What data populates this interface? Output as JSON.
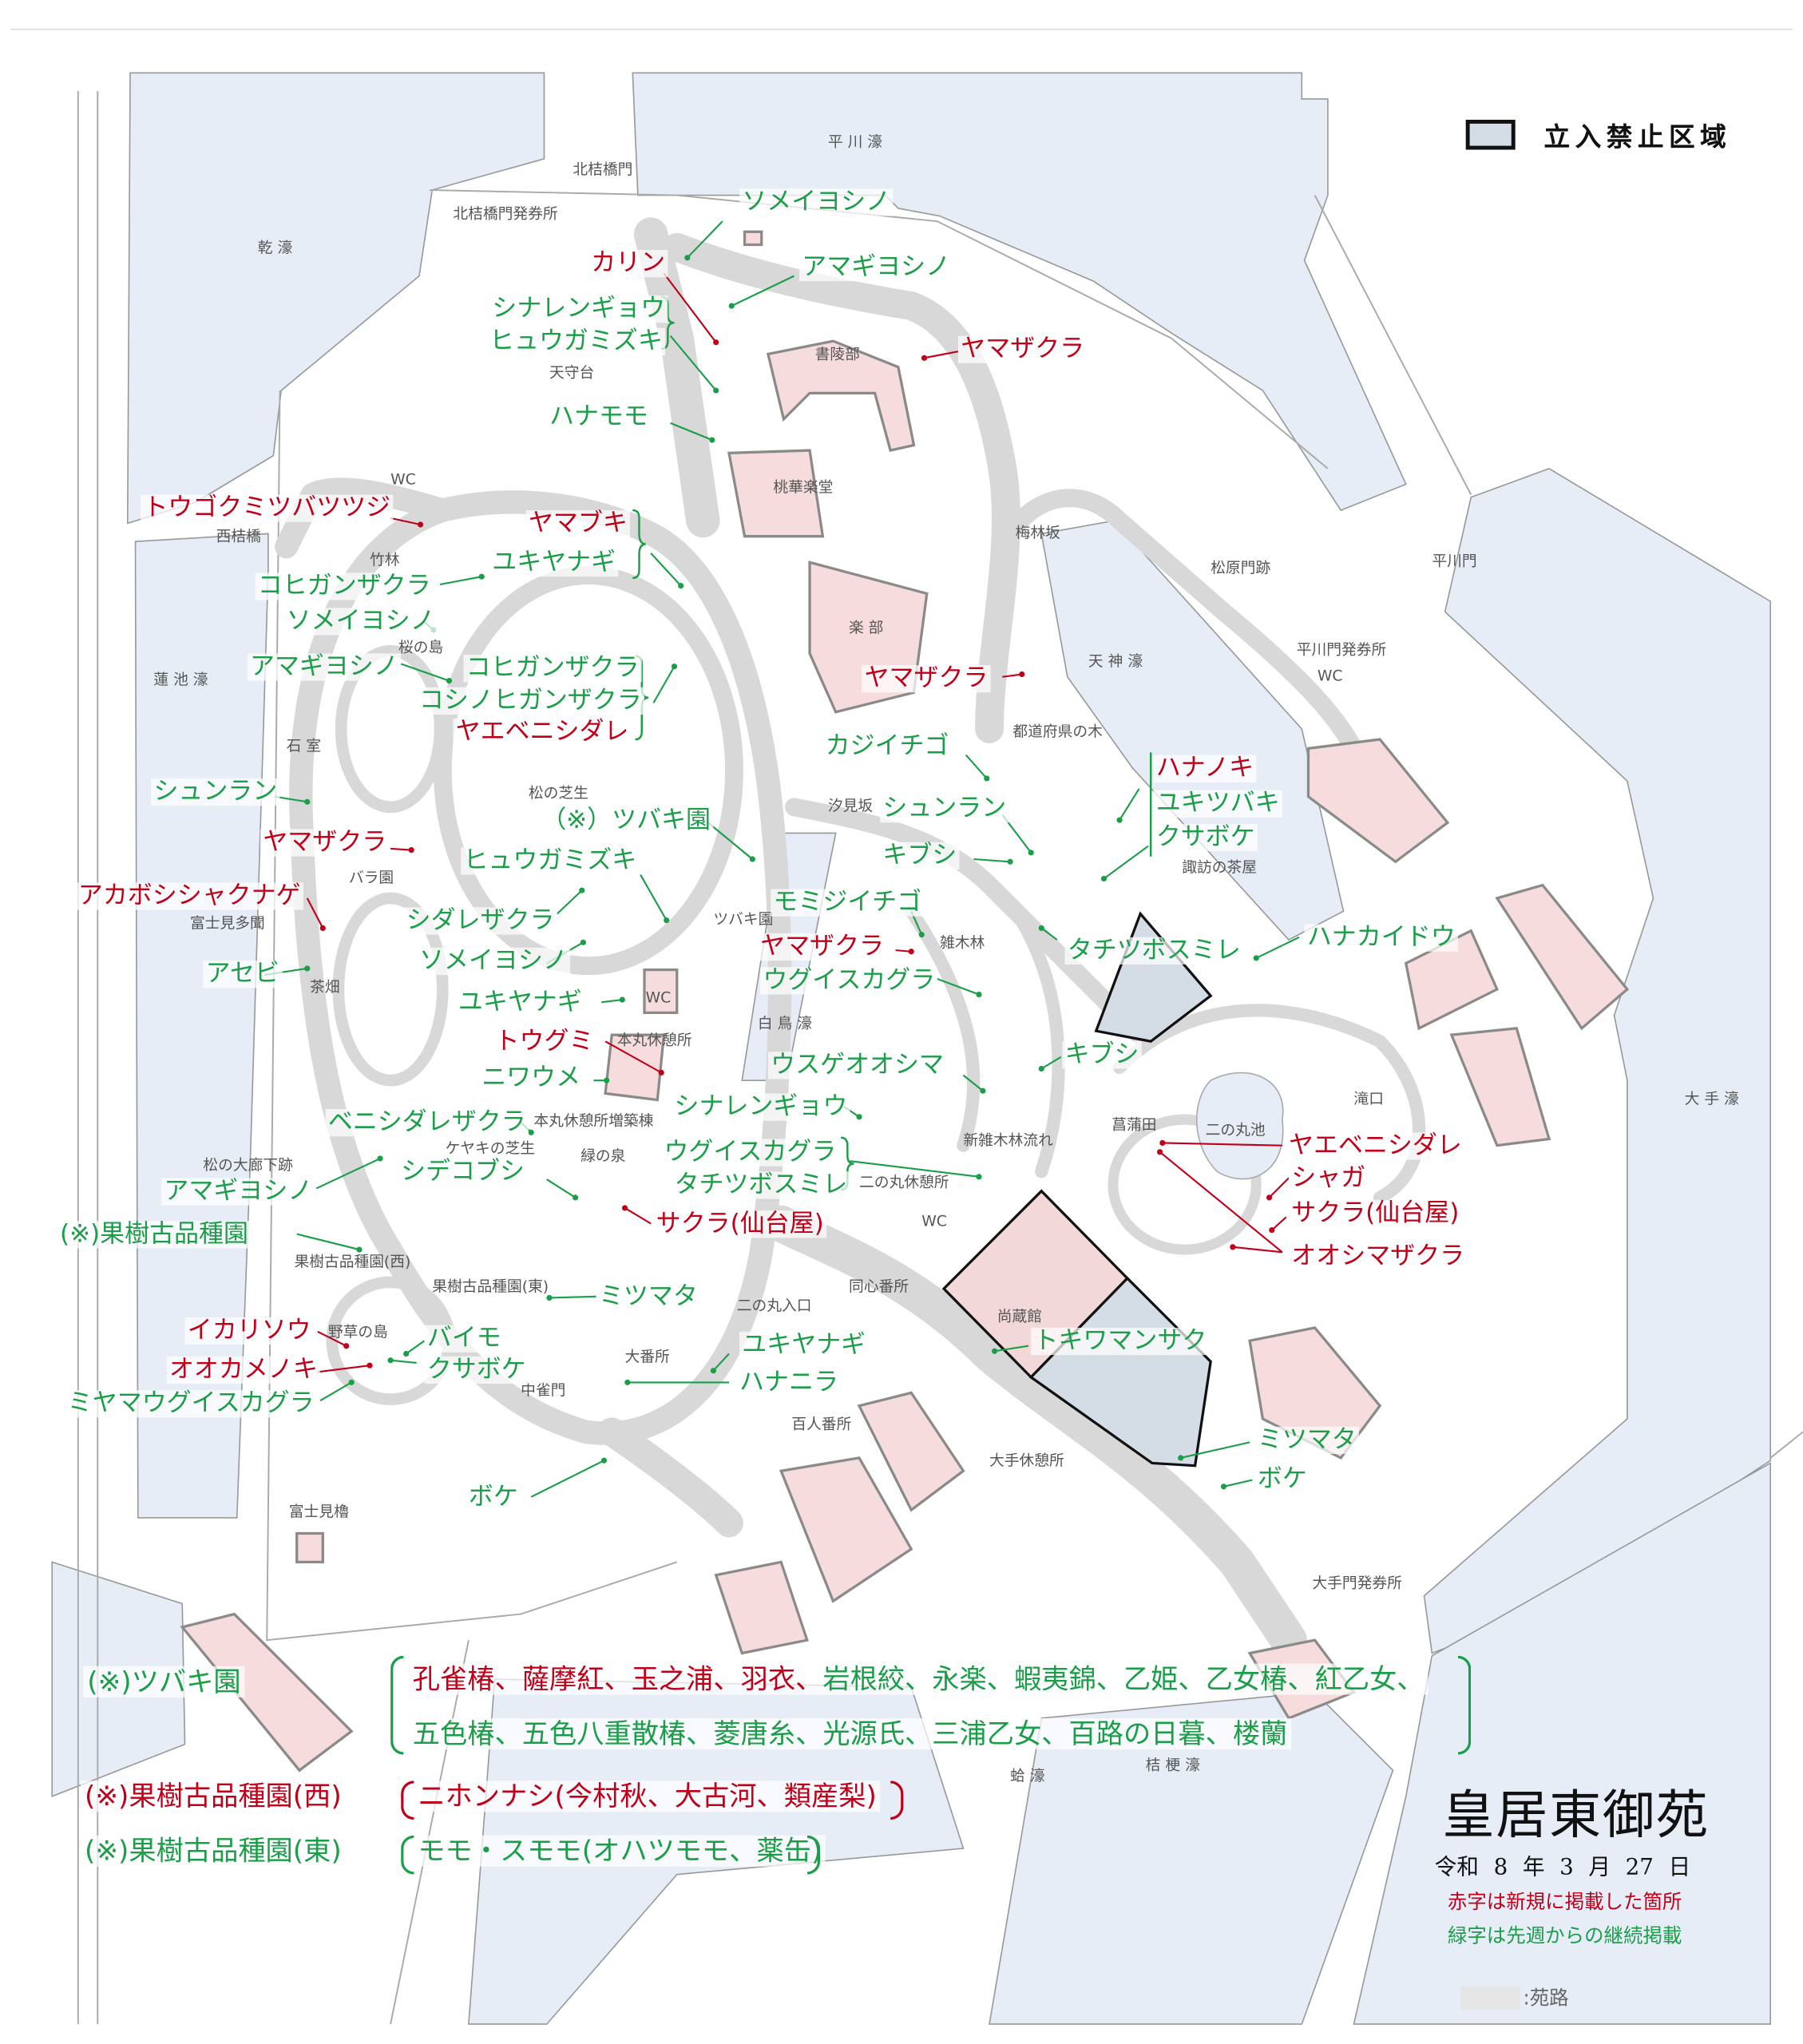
{
  "colors": {
    "new": "#c00018",
    "continuing": "#1a9e48",
    "moat": "#e6edf7",
    "path": "#d8d8d8",
    "building": "#f6dcdc",
    "restricted": "#d4dce6"
  },
  "legend": {
    "restricted_area": "立入禁止区域",
    "path_label": ":苑路"
  },
  "title": "皇居東御苑",
  "date": "令和 8 年 3 月 27 日",
  "notes": {
    "new": "赤字は新規に掲載した箇所",
    "continuing": "緑字は先週からの継続掲載"
  },
  "places": [
    "平 川 濠",
    "北桔橋門",
    "北桔橋門発券所",
    "乾 濠",
    "天守台",
    "書陵部",
    "桃華楽堂",
    "WC",
    "西桔橋",
    "竹林",
    "梅林坂",
    "松原門跡",
    "平川門",
    "楽 部",
    "桜の島",
    "平川門発券所",
    "WC",
    "天 神 濠",
    "蓮 池 濠",
    "石 室",
    "都道府県の木",
    "松の芝生",
    "汐見坂",
    "諏訪の茶屋",
    "バラ園",
    "富士見多聞",
    "ツバキ園",
    "雑木林",
    "茶畑",
    "WC",
    "白 鳥 濠",
    "本丸休憩所",
    "二の丸池",
    "菖蒲田",
    "滝口",
    "大 手 濠",
    "本丸休憩所増築棟",
    "ケヤキの芝生",
    "緑の泉",
    "新雑木林流れ",
    "二の丸休憩所",
    "松の大廊下跡",
    "WC",
    "果樹古品種園(西)",
    "果樹古品種園(東)",
    "同心番所",
    "二の丸入口",
    "尚蔵館",
    "野草の島",
    "大番所",
    "中雀門",
    "百人番所",
    "大手休憩所",
    "富士見櫓",
    "大手門発券所",
    "蛤 濠",
    "桔 梗 濠"
  ],
  "labels": [
    {
      "text": "ソメイヨシノ",
      "status": "continuing"
    },
    {
      "text": "カリン",
      "status": "new"
    },
    {
      "text": "アマギヨシノ",
      "status": "continuing"
    },
    {
      "text": "シナレンギョウ",
      "status": "continuing"
    },
    {
      "text": "ヒュウガミズキ",
      "status": "continuing"
    },
    {
      "text": "ヤマザクラ",
      "status": "new"
    },
    {
      "text": "ハナモモ",
      "status": "continuing"
    },
    {
      "text": "トウゴクミツバツツジ",
      "status": "new"
    },
    {
      "text": "ヤマブキ",
      "status": "new"
    },
    {
      "text": "ユキヤナギ",
      "status": "continuing"
    },
    {
      "text": "コヒガンザクラ",
      "status": "continuing"
    },
    {
      "text": "ソメイヨシノ",
      "status": "continuing"
    },
    {
      "text": "アマギヨシノ",
      "status": "continuing"
    },
    {
      "text": "コヒガンザクラ",
      "status": "continuing"
    },
    {
      "text": "コシノヒガンザクラ",
      "status": "continuing"
    },
    {
      "text": "ヤエベニシダレ",
      "status": "new"
    },
    {
      "text": "ヤマザクラ",
      "status": "new"
    },
    {
      "text": "カジイチゴ",
      "status": "continuing"
    },
    {
      "text": "ハナノキ",
      "status": "new"
    },
    {
      "text": "ユキツバキ",
      "status": "continuing"
    },
    {
      "text": "クサボケ",
      "status": "continuing"
    },
    {
      "text": "シュンラン",
      "status": "continuing"
    },
    {
      "text": "（※）ツバキ園",
      "status": "continuing"
    },
    {
      "text": "シュンラン",
      "status": "continuing"
    },
    {
      "text": "ヤマザクラ",
      "status": "new"
    },
    {
      "text": "ヒュウガミズキ",
      "status": "continuing"
    },
    {
      "text": "キブシ",
      "status": "continuing"
    },
    {
      "text": "アカボシシャクナゲ",
      "status": "new"
    },
    {
      "text": "モミジイチゴ",
      "status": "continuing"
    },
    {
      "text": "シダレザクラ",
      "status": "continuing"
    },
    {
      "text": "ヤマザクラ",
      "status": "new"
    },
    {
      "text": "タチツボスミレ",
      "status": "continuing"
    },
    {
      "text": "ハナカイドウ",
      "status": "continuing"
    },
    {
      "text": "ソメイヨシノ",
      "status": "continuing"
    },
    {
      "text": "アセビ",
      "status": "continuing"
    },
    {
      "text": "ウグイスカグラ",
      "status": "continuing"
    },
    {
      "text": "ユキヤナギ",
      "status": "continuing"
    },
    {
      "text": "トウグミ",
      "status": "new"
    },
    {
      "text": "キブシ",
      "status": "continuing"
    },
    {
      "text": "ウスゲオオシマ",
      "status": "continuing"
    },
    {
      "text": "ニワウメ",
      "status": "continuing"
    },
    {
      "text": "シナレンギョウ",
      "status": "continuing"
    },
    {
      "text": "ベニシダレザクラ",
      "status": "continuing"
    },
    {
      "text": "ヤエベニシダレ",
      "status": "new"
    },
    {
      "text": "ウグイスカグラ",
      "status": "continuing"
    },
    {
      "text": "シャガ",
      "status": "new"
    },
    {
      "text": "シデコブシ",
      "status": "continuing"
    },
    {
      "text": "タチツボスミレ",
      "status": "continuing"
    },
    {
      "text": "アマギヨシノ",
      "status": "continuing"
    },
    {
      "text": "サクラ(仙台屋)",
      "status": "new"
    },
    {
      "text": "(※)果樹古品種園",
      "status": "continuing"
    },
    {
      "text": "サクラ(仙台屋)",
      "status": "new"
    },
    {
      "text": "オオシマザクラ",
      "status": "new"
    },
    {
      "text": "ミツマタ",
      "status": "continuing"
    },
    {
      "text": "イカリソウ",
      "status": "new"
    },
    {
      "text": "バイモ",
      "status": "continuing"
    },
    {
      "text": "ユキヤナギ",
      "status": "continuing"
    },
    {
      "text": "トキワマンサク",
      "status": "continuing"
    },
    {
      "text": "オオカメノキ",
      "status": "new"
    },
    {
      "text": "クサボケ",
      "status": "continuing"
    },
    {
      "text": "ハナニラ",
      "status": "continuing"
    },
    {
      "text": "ミヤマウグイスカグラ",
      "status": "continuing"
    },
    {
      "text": "ミツマタ",
      "status": "continuing"
    },
    {
      "text": "ボケ",
      "status": "continuing"
    },
    {
      "text": "ボケ",
      "status": "continuing"
    }
  ],
  "bottom_legend": {
    "tsubaki": {
      "heading": "(※)ツバキ園",
      "items": [
        {
          "text": "孔雀椿、",
          "status": "new"
        },
        {
          "text": "薩摩紅、",
          "status": "new"
        },
        {
          "text": "玉之浦、",
          "status": "new"
        },
        {
          "text": "羽衣、",
          "status": "new"
        },
        {
          "text": "岩根絞、",
          "status": "continuing"
        },
        {
          "text": "永楽、",
          "status": "continuing"
        },
        {
          "text": "蝦夷錦、",
          "status": "continuing"
        },
        {
          "text": "乙姫、",
          "status": "continuing"
        },
        {
          "text": "乙女椿、",
          "status": "continuing"
        },
        {
          "text": "紅乙女、",
          "status": "continuing"
        },
        {
          "text": "五色椿、",
          "status": "continuing",
          "line": 2
        },
        {
          "text": "五色八重散椿、",
          "status": "continuing",
          "line": 2
        },
        {
          "text": "菱唐糸、",
          "status": "continuing",
          "line": 2
        },
        {
          "text": "光源氏、",
          "status": "continuing",
          "line": 2
        },
        {
          "text": "三浦乙女、",
          "status": "continuing",
          "line": 2
        },
        {
          "text": "百路の日暮、",
          "status": "continuing",
          "line": 2
        },
        {
          "text": "楼蘭",
          "status": "continuing",
          "line": 2
        }
      ]
    },
    "kaju_west": {
      "heading": "(※)果樹古品種園(西)",
      "content": "ニホンナシ(今村秋、大古河、類産梨)",
      "status": "new"
    },
    "kaju_east": {
      "heading": "(※)果樹古品種園(東)",
      "content": "モモ・スモモ(オハツモモ、薬缶)",
      "status": "continuing"
    }
  }
}
